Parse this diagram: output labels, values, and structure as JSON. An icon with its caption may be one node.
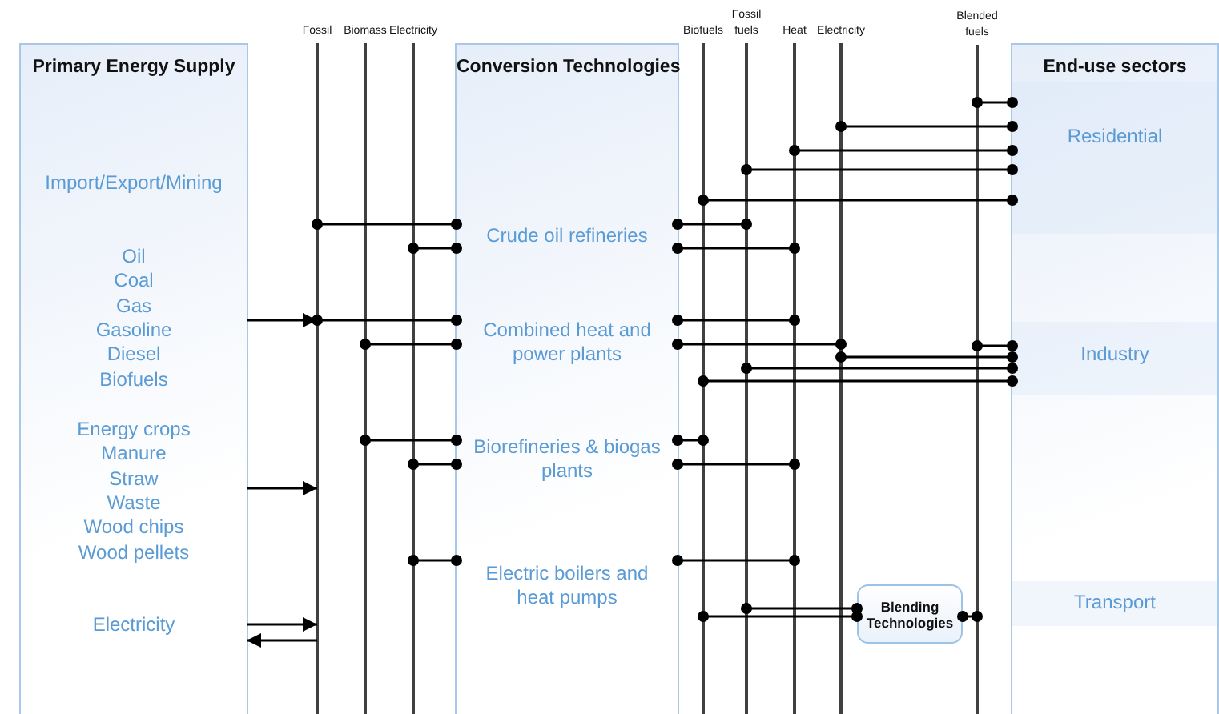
{
  "diagram": {
    "nodes": [
      {
        "text": [
          "Primary Energy Supply"
        ]
      },
      {
        "text": [
          "Import/Export/Mining"
        ],
        "in": 0
      },
      {
        "text": [
          "Oil",
          "Coal",
          "Gas",
          "Gasoline",
          "Diesel",
          "Biofuels"
        ],
        "in": 0
      },
      {
        "text": [
          "Energy crops",
          "Manure",
          "Straw",
          "Waste",
          "Wood chips",
          "Wood pellets"
        ],
        "in": 0
      },
      {
        "text": [
          "Electricity"
        ],
        "in": 0
      },
      {
        "text": [
          "Fossil"
        ]
      },
      {
        "text": [
          "Biomass"
        ]
      },
      {
        "text": [
          "Electricity"
        ]
      },
      {
        "text": [
          "Conversion Technologies"
        ]
      },
      {
        "text": [
          "Crude oil refineries"
        ],
        "in": 8
      },
      {
        "text": [
          "Combined heat and power plants"
        ],
        "in": 8
      },
      {
        "text": [
          "Biorefineries & biogas plants"
        ],
        "in": 8
      },
      {
        "text": [
          "Electric boilers and heat pumps"
        ],
        "in": 8
      },
      {
        "text": [
          "Biofuels"
        ]
      },
      {
        "text": [
          "Fossil fuels"
        ]
      },
      {
        "text": [
          "Heat"
        ]
      },
      {
        "text": [
          "Electricity"
        ]
      },
      {
        "text": [
          "Blending Technologies"
        ]
      },
      {
        "text": [
          "Blended fuels"
        ]
      },
      {
        "text": [
          "End-use sectors"
        ]
      },
      {
        "text": [
          "Residential"
        ],
        "in": 19
      },
      {
        "text": [
          "Industry"
        ],
        "in": 19
      },
      {
        "text": [
          "Transport"
        ],
        "in": 19
      }
    ],
    "edges": [
      {
        "from": 2,
        "to": 5,
        "arrow": "to"
      },
      {
        "from": 3,
        "to": 5,
        "arrow": "to"
      },
      {
        "from": 4,
        "to": 5,
        "arrow": "to"
      },
      {
        "from": 5,
        "to": 4,
        "arrow": "to"
      },
      {
        "from": 5,
        "to": 9,
        "arrow": "other"
      },
      {
        "from": 7,
        "to": 9,
        "arrow": "other"
      },
      {
        "from": 5,
        "to": 10,
        "arrow": "other"
      },
      {
        "from": 6,
        "to": 10,
        "arrow": "other"
      },
      {
        "from": 6,
        "to": 11,
        "arrow": "other"
      },
      {
        "from": 7,
        "to": 11,
        "arrow": "other"
      },
      {
        "from": 7,
        "to": 12,
        "arrow": "other"
      },
      {
        "from": 9,
        "to": 14,
        "arrow": "other"
      },
      {
        "from": 9,
        "to": 15,
        "arrow": "other"
      },
      {
        "from": 10,
        "to": 15,
        "arrow": "other"
      },
      {
        "from": 10,
        "to": 16,
        "arrow": "other"
      },
      {
        "from": 11,
        "to": 13,
        "arrow": "other"
      },
      {
        "from": 11,
        "to": 15,
        "arrow": "other"
      },
      {
        "from": 12,
        "to": 15,
        "arrow": "other"
      },
      {
        "from": 18,
        "to": 20,
        "arrow": "other"
      },
      {
        "from": 16,
        "to": 20,
        "arrow": "other"
      },
      {
        "from": 15,
        "to": 20,
        "arrow": "other"
      },
      {
        "from": 14,
        "to": 20,
        "arrow": "other"
      },
      {
        "from": 13,
        "to": 20,
        "arrow": "other"
      },
      {
        "from": 18,
        "to": 21,
        "arrow": "other"
      },
      {
        "from": 16,
        "to": 21,
        "arrow": "other"
      },
      {
        "from": 14,
        "to": 21,
        "arrow": "other"
      },
      {
        "from": 13,
        "to": 21,
        "arrow": "other"
      },
      {
        "from": 14,
        "to": 17,
        "arrow": "other"
      },
      {
        "from": 13,
        "to": 17,
        "arrow": "other"
      },
      {
        "from": 17,
        "to": 18,
        "arrow": "other"
      }
    ]
  }
}
